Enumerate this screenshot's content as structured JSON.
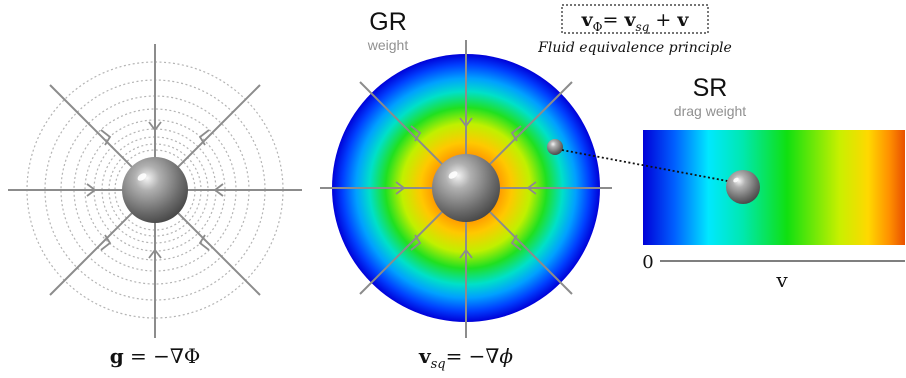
{
  "panels": {
    "left": {
      "equation": {
        "lhs": "g",
        "eq": "= −∇Φ"
      }
    },
    "center": {
      "title": "GR",
      "subtitle": "weight",
      "equation": {
        "lhs": "v",
        "lhs_sub": "sq",
        "eq": "= −∇",
        "rhs_var": "ϕ"
      }
    },
    "top_box": {
      "lhs": "v",
      "lhs_sub": "Φ",
      "mid": "= ",
      "v2": "v",
      "v2_sub": "sq",
      "plus": " + ",
      "v3": "v"
    },
    "caption": "Fluid equivalence principle",
    "right": {
      "title": "SR",
      "subtitle": "drag weight",
      "axis_zero": "0",
      "axis_label": "v"
    }
  },
  "colors": {
    "gradient": [
      "#0000e0",
      "#0050ff",
      "#00c8ff",
      "#00e6a0",
      "#10e010",
      "#c0f000",
      "#ffd000",
      "#ff8000",
      "#e85000"
    ],
    "arrow": "#8c8c8c",
    "dotted_circle": "#b4b4b4",
    "subtitle": "#909090"
  }
}
